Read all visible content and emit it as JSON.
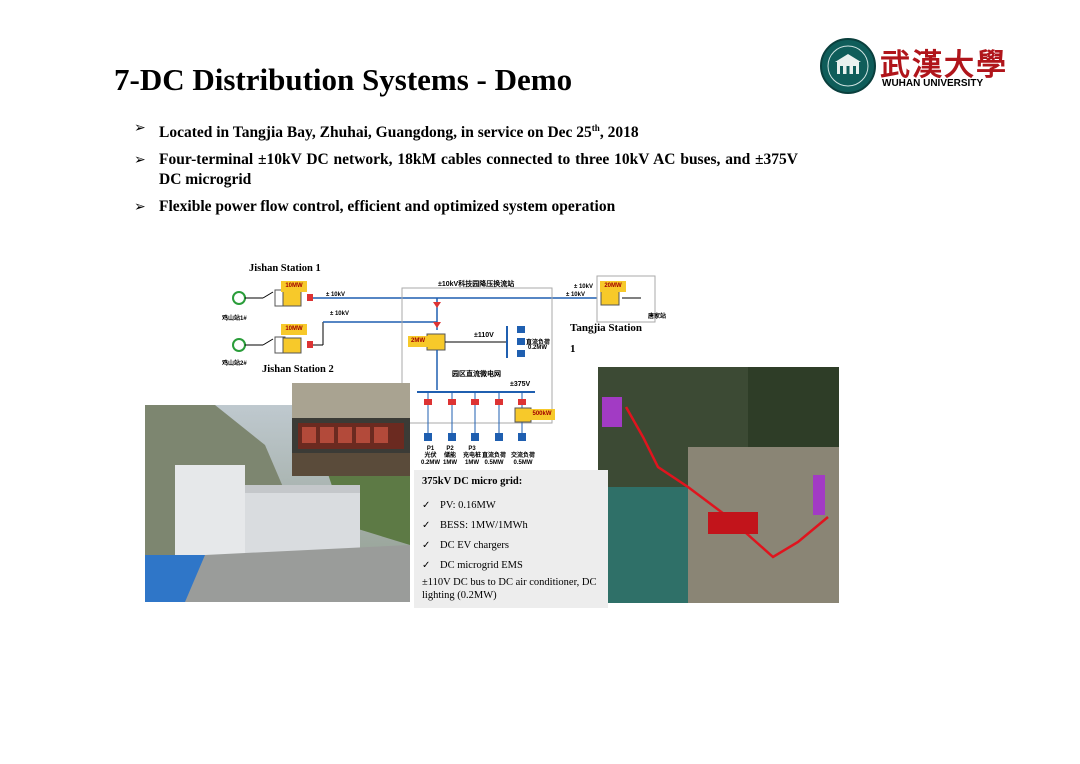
{
  "title": "7-DC Distribution Systems - Demo",
  "logo": {
    "chinese": "武漢大學",
    "english": "WUHAN UNIVERSITY"
  },
  "bullets": [
    {
      "pre": "Located in Tangjia Bay, Zhuhai, Guangdong, in service on Dec 25",
      "sup": "th",
      "post": ", 2018"
    },
    {
      "text": "Four-terminal ±10kV DC network, 18kM cables connected to three 10kV AC buses, and ±375V DC microgrid"
    },
    {
      "text": "Flexible power flow control, efficient and optimized system operation"
    }
  ],
  "diagram": {
    "jishan1": "Jishan Station 1",
    "jishan2": "Jishan Station 2",
    "tangjia_a": "Tangjia   Station",
    "tangjia_b": "1",
    "top_cn": "±10kV科技园降压换流站",
    "park_cn": "园区直流微电网",
    "bus_375": "±375V",
    "bus_110": "±110V",
    "dc_load_cn": "直流负荷",
    "dc_load_val": "0.2MW",
    "conv_jishan1": "10MW",
    "conv_jishan2": "10MW",
    "conv_tangjia": "20MW",
    "conv_center": "2MW",
    "conv_500": "500kW",
    "kv_top_left": "± 10kV",
    "kv_top_right": "± 10kV",
    "kv_second": "± 10kV",
    "kv_tangjia": "± 10kV",
    "station_cn_1": "鸡山站1#",
    "station_cn_2": "鸡山站2#",
    "station_cn_tj": "唐家站",
    "loads": [
      {
        "id": "P1",
        "cn": "光伏",
        "val": "0.2MW"
      },
      {
        "id": "P2",
        "cn": "储能",
        "val": "1MW"
      },
      {
        "id": "P3",
        "cn": "充电桩",
        "val": "1MW"
      },
      {
        "id": "",
        "cn": "直流负荷",
        "val": "0.5MW"
      },
      {
        "id": "",
        "cn": "交流负荷",
        "val": "0.5MW"
      }
    ]
  },
  "infobox": {
    "title": "375kV DC micro grid:",
    "items": [
      "PV: 0.16MW",
      "BESS: 1MW/1MWh",
      "DC EV chargers",
      "DC microgrid EMS"
    ],
    "note": "±110V DC bus to DC air conditioner, DC lighting (0.2MW)"
  },
  "icons": {
    "bullet": "arrow-bullet-icon",
    "check": "check-icon"
  },
  "colors": {
    "logo_red": "#b0151b",
    "converter": "#f7c92a",
    "route_red": "#e0141e",
    "bus_blue": "#1f5fb0"
  }
}
